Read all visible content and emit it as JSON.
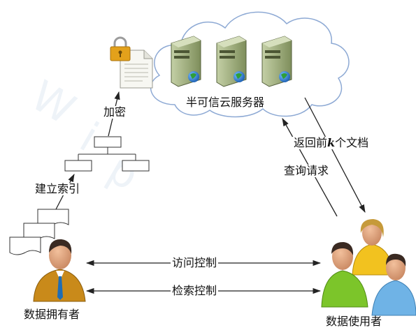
{
  "labels": {
    "cloud_server": "半可信云服务器",
    "encrypt": "加密",
    "build_index": "建立索引",
    "return_prefix": "返回前",
    "return_k": "k",
    "return_suffix": "个文档",
    "query_request": "查询请求",
    "access_control": "访问控制",
    "search_control": "检索控制",
    "data_owner": "数据拥有者",
    "data_user": "数据使用者"
  },
  "colors": {
    "cloud_fill": "#ffffff",
    "cloud_stroke": "#8da9d4",
    "server_body": "#a9b888",
    "server_dark": "#6b7a4a",
    "globe_blue": "#2c7bd1",
    "globe_green": "#2f9e3a",
    "lock_gold": "#e3a11b",
    "owner_shirt": "#c98a1a",
    "user_green": "#7cc52a",
    "user_yellow": "#f2c21f",
    "user_blue": "#6fb3e6",
    "skin": "#e0a47c",
    "hair_dark": "#3a2a22",
    "hair_blond": "#c69a3a",
    "arrow": "#222222"
  }
}
